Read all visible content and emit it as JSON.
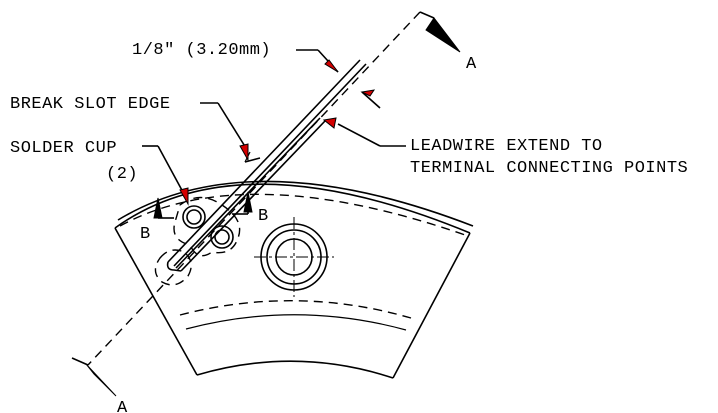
{
  "labels": {
    "thickness": "1/8\" (3.20mm)",
    "break_slot_edge": "BREAK SLOT EDGE",
    "solder_cup": "SOLDER CUP",
    "solder_cup_qty": "(2)",
    "leadwire_line1": "LEADWIRE EXTEND TO",
    "leadwire_line2": "TERMINAL CONNECTING POINTS",
    "section_a_top": "A",
    "section_a_bottom": "A",
    "section_b_left": "B",
    "section_b_right": "B"
  },
  "colors": {
    "line": "#000000",
    "arrowhead": "#d40000",
    "background": "#ffffff"
  }
}
